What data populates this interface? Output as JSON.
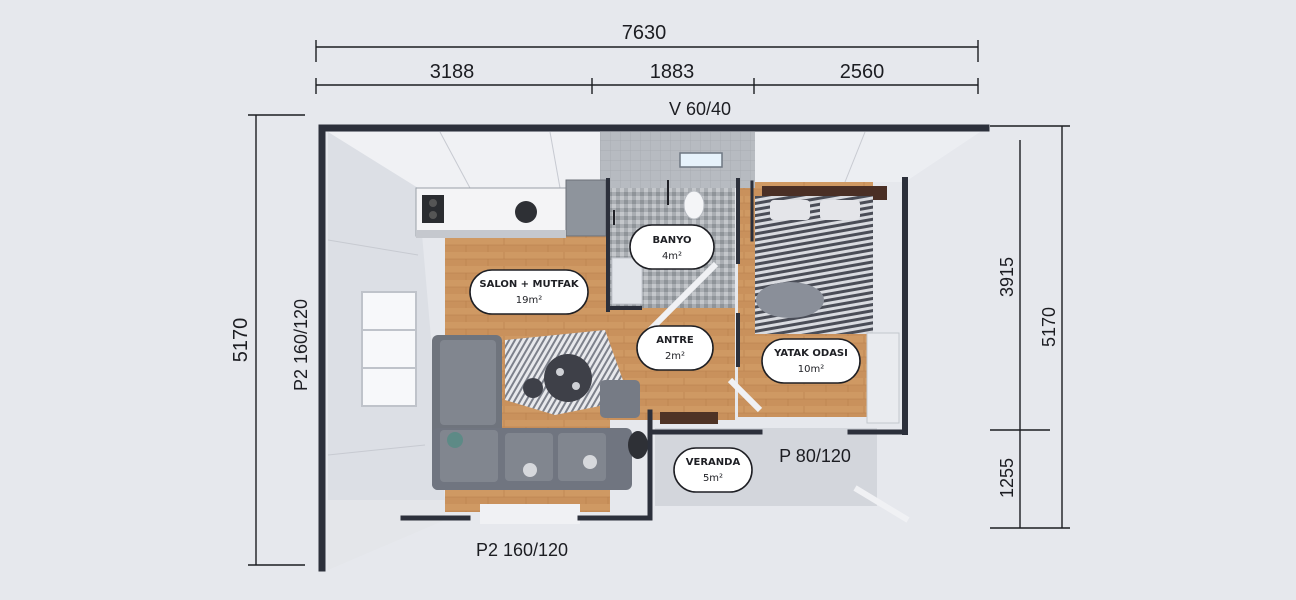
{
  "dimensions": {
    "total_width": "7630",
    "segment_left": "3188",
    "segment_middle": "1883",
    "segment_right": "2560",
    "total_depth_left": "5170",
    "total_depth_right": "5170",
    "depth_upper_right": "3915",
    "depth_lower_right": "1255"
  },
  "openings": {
    "top_window": "V 60/40",
    "left_window": "P2 160/120",
    "bottom_window": "P2 160/120",
    "veranda_door": "P 80/120"
  },
  "rooms": [
    {
      "name": "SALON + MUTFAK",
      "area": "19m²"
    },
    {
      "name": "BANYO",
      "area": "4m²"
    },
    {
      "name": "ANTRE",
      "area": "2m²"
    },
    {
      "name": "YATAK ODASI",
      "area": "10m²"
    },
    {
      "name": "VERANDA",
      "area": "5m²"
    }
  ],
  "colors": {
    "wall": "#2c303b",
    "floor_wood": "#c9915c",
    "bathroom_tile": "#a4a8ad",
    "sofa": "#6d727b",
    "background": "#e6e8ed"
  }
}
